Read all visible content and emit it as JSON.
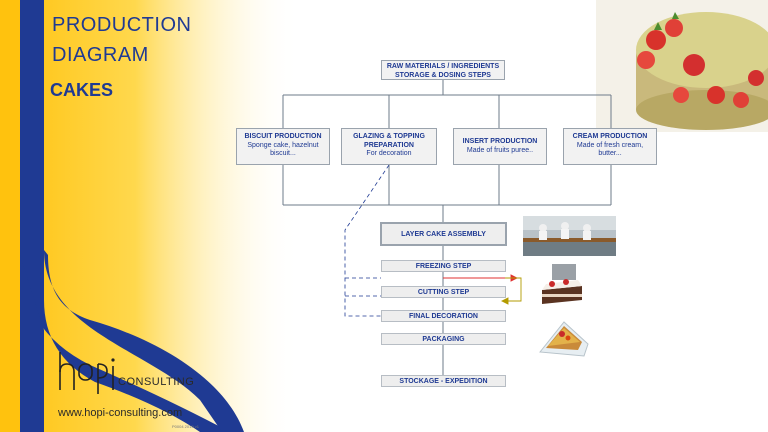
{
  "header": {
    "title_line1": "PRODUCTION",
    "title_line2": "DIAGRAM",
    "subtitle": "CAKES"
  },
  "diagram": {
    "top_box": {
      "line1": "RAW MATERIALS / INGREDIENTS",
      "line2": "STORAGE & DOSING STEPS"
    },
    "branches": [
      {
        "title": "BISCUIT PRODUCTION",
        "desc1": "Sponge cake, hazelnut",
        "desc2": "biscuit..."
      },
      {
        "title": "GLAZING & TOPPING",
        "title2": "PREPARATION",
        "desc1": "For decoration"
      },
      {
        "title": "INSERT PRODUCTION",
        "desc1": "Made of fruits puree.."
      },
      {
        "title": "CREAM  PRODUCTION",
        "desc1": "Made of fresh cream,",
        "desc2": "butter..."
      }
    ],
    "steps": {
      "assembly": "LAYER CAKE ASSEMBLY",
      "freezing": "FREEZING STEP",
      "cutting": "CUTTING STEP",
      "decoration": "FINAL DECORATION",
      "packaging": "PACKAGING",
      "storage": "STOCKAGE - EXPEDITION"
    }
  },
  "footer": {
    "logo_text": "CONSULTING",
    "url": "www.hopi-consulting.com",
    "small_print": "P0004 2019 v1"
  },
  "colors": {
    "navy": "#1f3a93",
    "yellow": "#ffc20e",
    "connector": "#6e7b8a",
    "red_arrow": "#e03131",
    "olive_arrow": "#b39b00"
  }
}
